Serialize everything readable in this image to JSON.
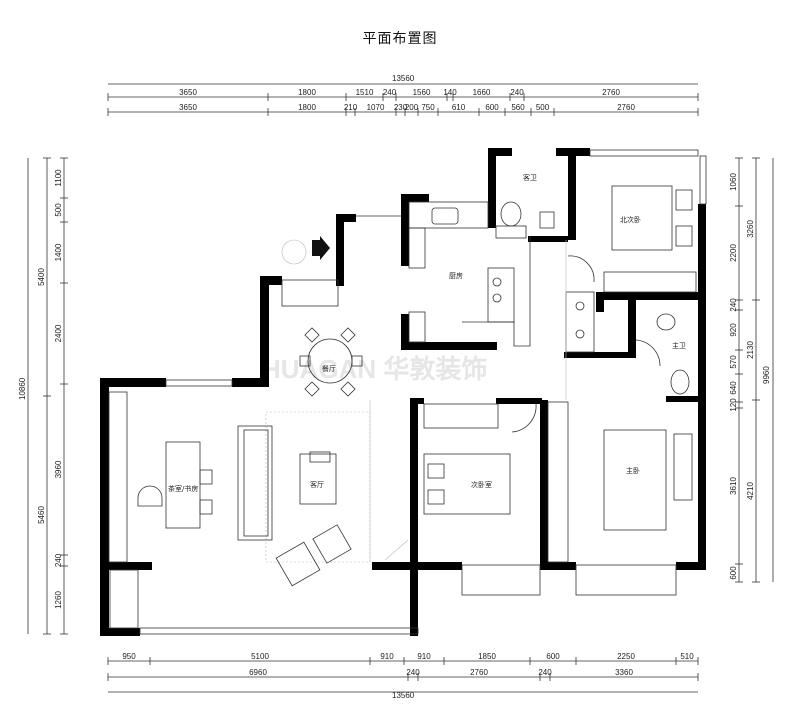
{
  "title": "平面布置图",
  "watermark": "HUAGAN 华敦装饰",
  "dims": {
    "top_total": "13560",
    "top_row1": [
      "3650",
      "1800",
      "1510",
      "240",
      "1560",
      "140",
      "1660",
      "240",
      "2760"
    ],
    "top_row2": [
      "3650",
      "1800",
      "210",
      "1070",
      "230",
      "200",
      "750",
      "610",
      "600",
      "560",
      "500",
      "2760"
    ],
    "bottom_row1": [
      "950",
      "5100",
      "910",
      "910",
      "1850",
      "600",
      "2250",
      "510"
    ],
    "bottom_row2": [
      "6960",
      "240",
      "2760",
      "240",
      "3360"
    ],
    "bottom_total": "13560",
    "left_total": "10860",
    "left_row1": [
      "5400",
      "5460"
    ],
    "left_row2": [
      "1100",
      "500",
      "1400",
      "2400",
      "3960",
      "240",
      "1260"
    ],
    "right_row1": [
      "1060",
      "2200",
      "240",
      "920",
      "570",
      "640",
      "120",
      "3610",
      "600"
    ],
    "right_row2": [
      "3260",
      "2130",
      "4210"
    ],
    "right_total": "9960"
  },
  "rooms": {
    "guest_bath": "客卫",
    "north_bedroom": "北次卧",
    "kitchen": "厨房",
    "dining": "餐厅",
    "master_bath": "主卫",
    "living": "客厅",
    "study": "茶室/书房",
    "second_bedroom": "次卧室",
    "master_bedroom": "主卧"
  }
}
